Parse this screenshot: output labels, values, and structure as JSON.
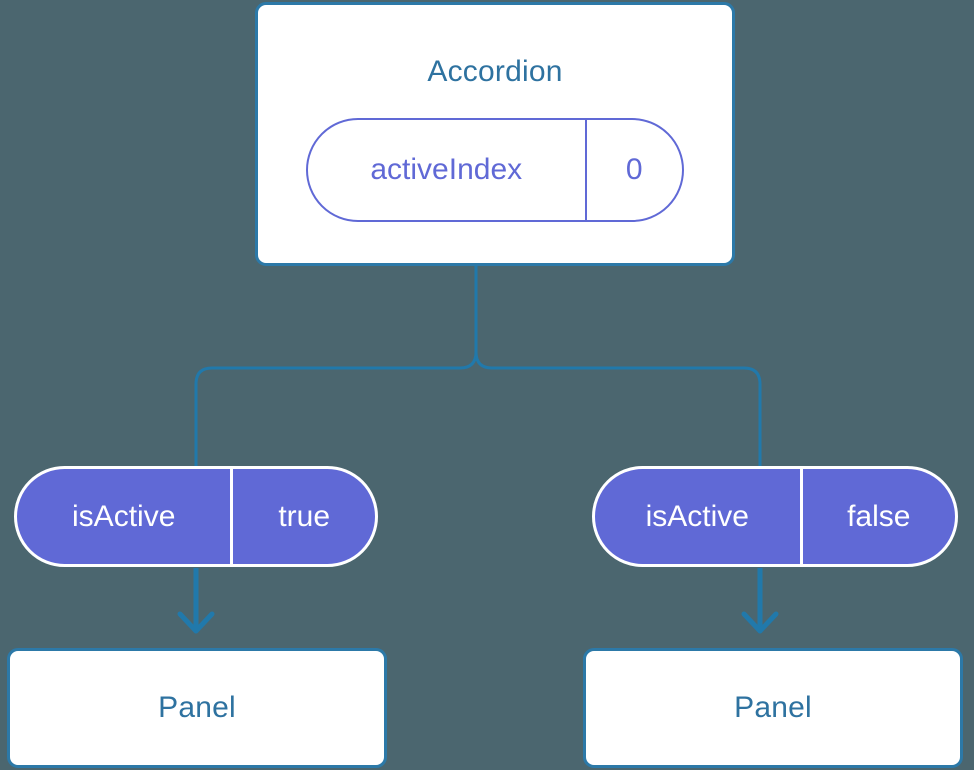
{
  "diagram": {
    "type": "component-state-tree",
    "background_color": "#4b666f",
    "accent_blue": "#2c79a8",
    "accent_purple": "#6069d6",
    "text_blue": "#2e72a0"
  },
  "root": {
    "title": "Accordion",
    "state_pill": {
      "key": "activeIndex",
      "value": "0"
    }
  },
  "branches": [
    {
      "prop_pill": {
        "key": "isActive",
        "value": "true"
      },
      "child": {
        "title": "Panel"
      }
    },
    {
      "prop_pill": {
        "key": "isActive",
        "value": "false"
      },
      "child": {
        "title": "Panel"
      }
    }
  ]
}
